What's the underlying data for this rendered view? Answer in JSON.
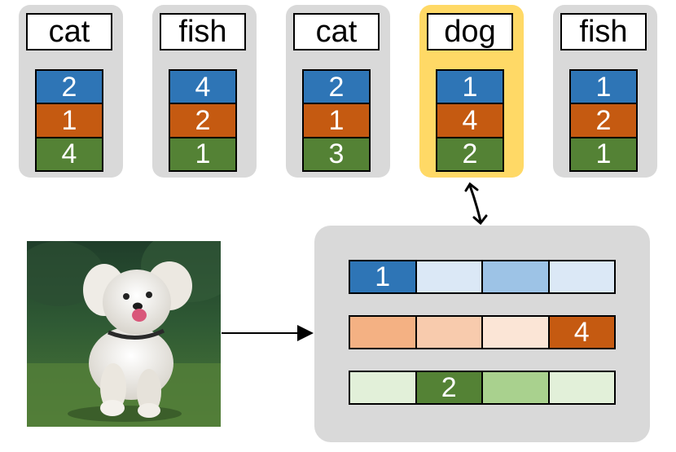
{
  "cards": [
    {
      "label": "cat",
      "values": [
        "2",
        "1",
        "4"
      ],
      "highlighted": false
    },
    {
      "label": "fish",
      "values": [
        "4",
        "2",
        "1"
      ],
      "highlighted": false
    },
    {
      "label": "cat",
      "values": [
        "2",
        "1",
        "3"
      ],
      "highlighted": false
    },
    {
      "label": "dog",
      "values": [
        "1",
        "4",
        "2"
      ],
      "highlighted": true
    },
    {
      "label": "fish",
      "values": [
        "1",
        "2",
        "1"
      ],
      "highlighted": false
    }
  ],
  "matrix": {
    "rows": [
      {
        "fills": [
          "#2e75b6",
          "#dbe8f6",
          "#9dc3e6",
          "#dbe8f6"
        ],
        "labels": [
          "1",
          "",
          "",
          ""
        ]
      },
      {
        "fills": [
          "#f4b183",
          "#f8cbad",
          "#fbe5d6",
          "#c55a11"
        ],
        "labels": [
          "",
          "",
          "",
          "4"
        ]
      },
      {
        "fills": [
          "#e2f0d9",
          "#548235",
          "#a9d18e",
          "#e2f0d9"
        ],
        "labels": [
          "",
          "2",
          "",
          ""
        ]
      }
    ]
  },
  "colors": {
    "highlight": "#ffd966",
    "card_bg": "#d9d9d9",
    "blue": "#2e75b6",
    "orange": "#c55a11",
    "green": "#548235"
  },
  "image": {
    "subject": "dog-photo"
  }
}
